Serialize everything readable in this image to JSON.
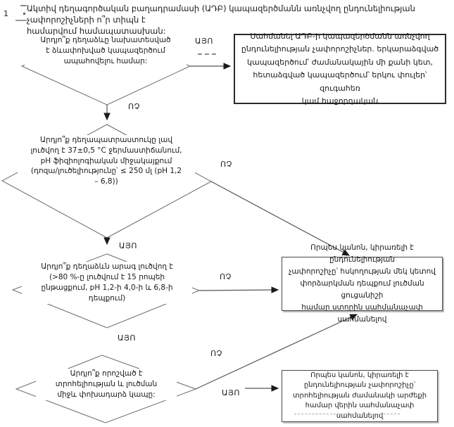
{
  "page": {
    "list_marker": "1",
    "title": "Ակտիվ դեղագործական բաղադրամասի (ԱԴԲ) կապազերծմանն առնչվող ընդունելիության չափորոշիչների ո՞ր տիպն է\nհամարվում համապատասխան:"
  },
  "labels": {
    "yes": "ԱՅՈ",
    "no": "ՈՉ"
  },
  "flowchart": {
    "decisions": [
      {
        "id": "d1",
        "text": "Արդյո՞ք դեղաձևը նախատեսված\nէ ձևափոխված կապազերծում\nապահովելու համար:"
      },
      {
        "id": "d2",
        "text": "Արդյո՞ք դեղապատրաստուկը լավ\nլուծվող է 37±0,5 °C ջերմաստիճանում,\npH ֆիզիոլոգիական միջակայքում\n(դոզա/լուծելիությունը՝ ≤ 250 մլ (pH 1,2\n– 6,8))"
      },
      {
        "id": "d3",
        "text": "Արդյո՞ք դեղաձևն արագ լուծվող է\n(>80 %-ը լուծվում է 15 րոպեի\nընթացքում, pH 1,2-ի 4,0-ի և 6,8-ի\nդեպքում)"
      },
      {
        "id": "d4",
        "text": "Արդյո՞ք որոշված է\nտրոհելիության և լուծման\nմիջև փոխադարձ կապը:"
      }
    ],
    "outcomes": [
      {
        "id": "box1",
        "text": "Սահմանել ԱԴԲ-ի կապազերծմանն առնչվող\nընդունելիության չափորոշիչներ. երկարաձգված\nկապազերծում՝ ժամանակային մի քանի կետ,\nհետաձգված կապազերծում՝ երկու փուլեր՝ զուգահեռ\nկամ հաջորդական"
      },
      {
        "id": "box2",
        "text": "Որպես կանոն, կիրառելի է ընդունելիության\nչափորոշիչը՝ հսկողության մեկ կետով\nփորձարկման դեպքում լուծման ցուցանիշի\nհամար ստորին սահմանաչափ սահմանելով"
      },
      {
        "id": "box3",
        "text": "Որպես կանոն, կիրառելի է\nընդունելիության չափորոշիչը՝\nտրոհելիության ժամանակի արժեքի\nհամար վերին սահմանաչափ սահմանելով"
      }
    ]
  },
  "colors": {
    "diamond_line": "#6a6a6a",
    "arrow_line": "#555555",
    "arrowhead": "#1a1a1a",
    "box_border": "#4a4a4a",
    "text": "#1a1a1a"
  }
}
